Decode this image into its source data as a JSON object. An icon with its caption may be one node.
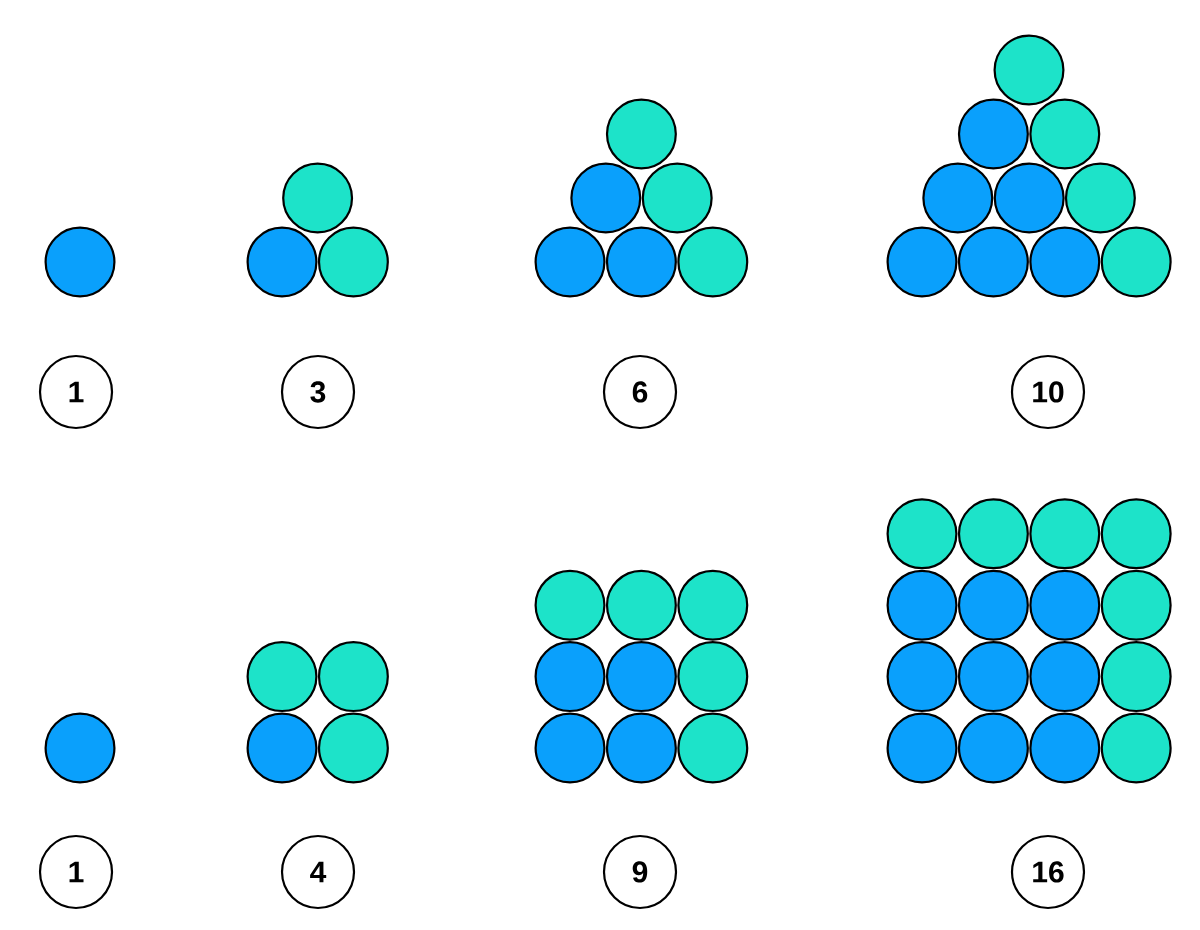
{
  "diagram": {
    "nodes": [
      {
        "text": [
          "1"
        ]
      },
      {
        "text": [
          "3"
        ]
      },
      {
        "text": [
          "6"
        ]
      },
      {
        "text": [
          "10"
        ]
      },
      {
        "text": [
          "1"
        ]
      },
      {
        "text": [
          "4"
        ]
      },
      {
        "text": [
          "9"
        ]
      },
      {
        "text": [
          "16"
        ]
      }
    ]
  }
}
